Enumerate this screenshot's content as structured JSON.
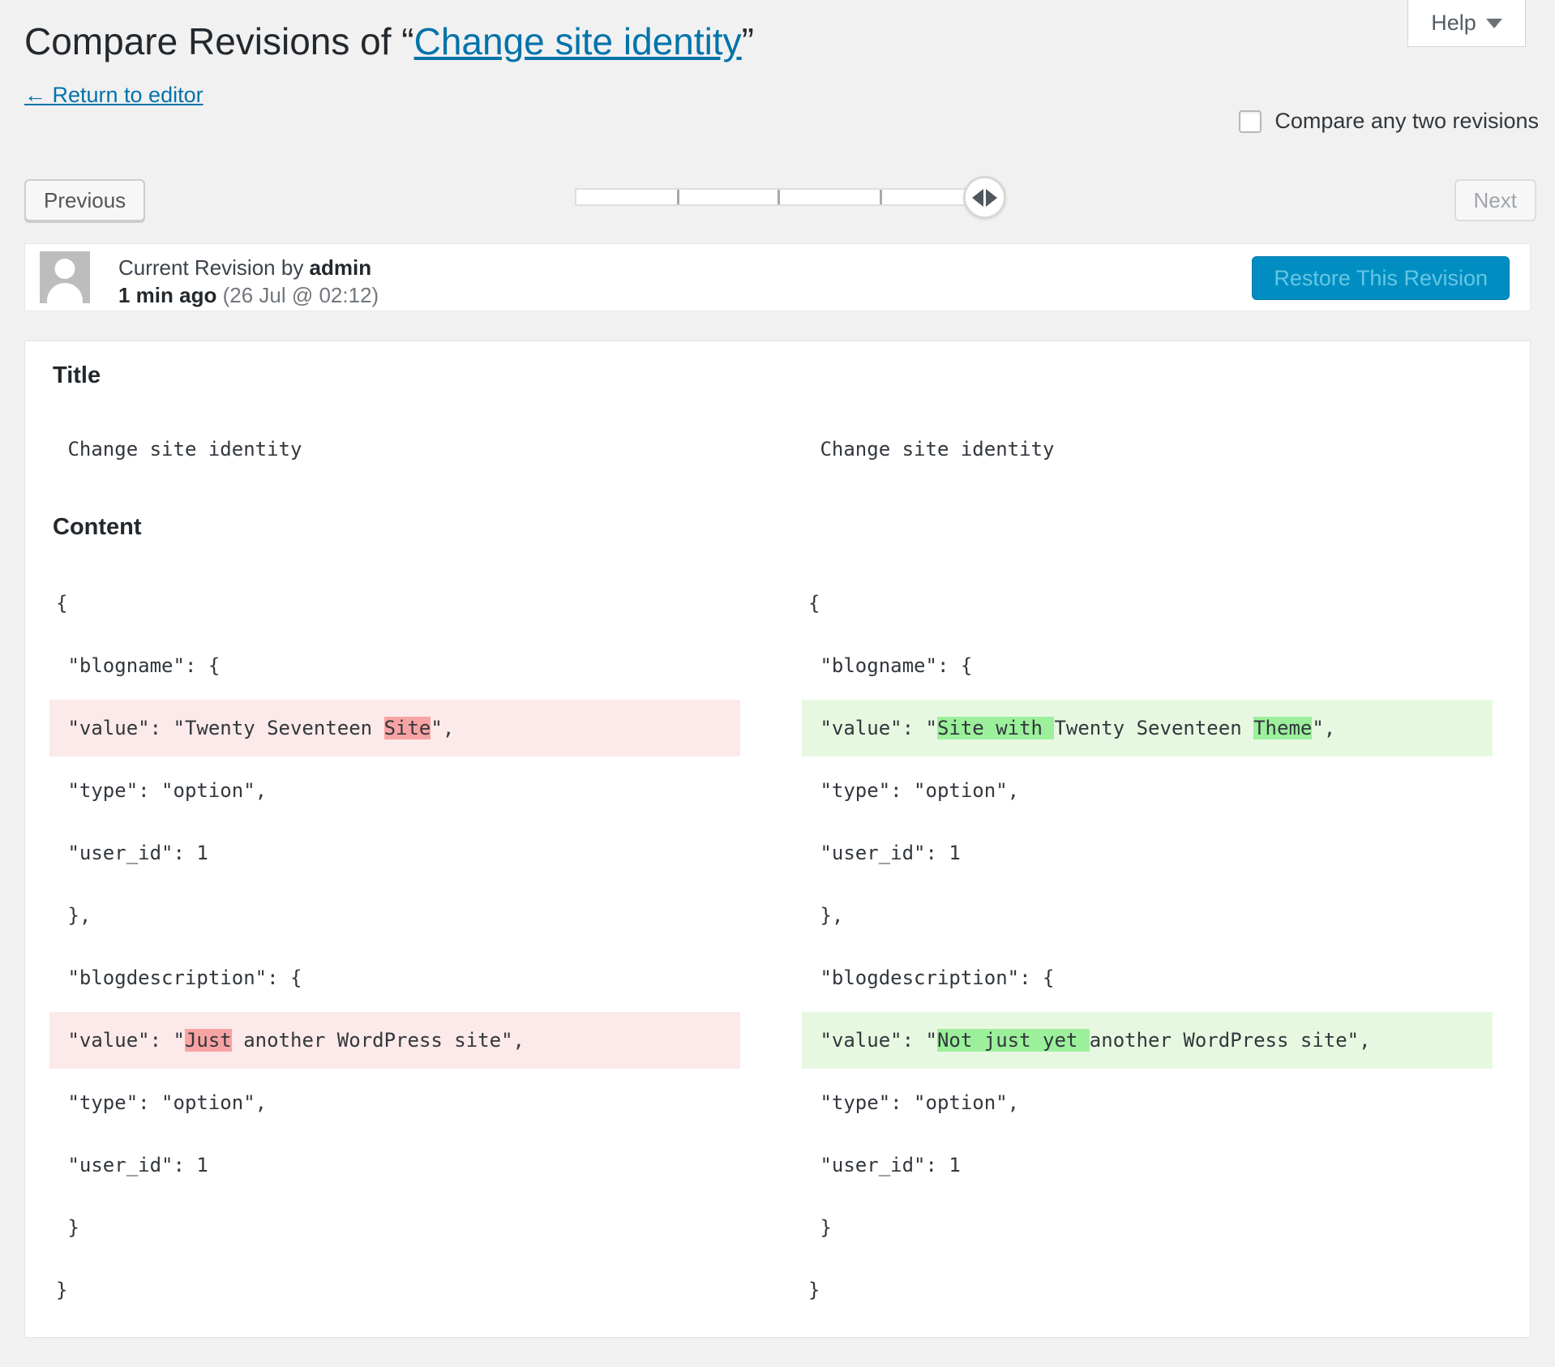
{
  "page": {
    "help": {
      "label": "Help"
    },
    "title": {
      "prefix": "Compare Revisions of “",
      "link": "Change site identity",
      "suffix": "”"
    },
    "return_link": "← Return to editor",
    "compare_checkbox": {
      "label": "Compare any two revisions",
      "checked": false
    },
    "nav": {
      "previous": "Previous",
      "next": "Next",
      "next_disabled": true
    },
    "slider": {
      "position": "rightmost",
      "tick_count": 3
    },
    "revision_bar": {
      "title_prefix": "Current Revision by ",
      "author": "admin",
      "time_ago": "1 min ago",
      "timestamp": " (26 Jul @ 02:12)",
      "restore_button": "Restore This Revision",
      "restore_disabled": true
    },
    "sections": {
      "title": "Title",
      "content": "Content"
    }
  },
  "colors": {
    "accent": "#0073aa",
    "deleted_line_bg": "#fce9e9",
    "deleted_word_bg": "#f8a3a3",
    "added_line_bg": "#e7f8e1",
    "added_word_bg": "#9cf09c",
    "restore_button_bg": "#008ec2",
    "restore_button_text": "#66c6e4"
  },
  "diff": {
    "title_left": " Change site identity",
    "title_right": " Change site identity",
    "content_left": [
      {
        "type": "ctx",
        "segs": [
          [
            "{",
            0
          ]
        ]
      },
      {
        "type": "ctx",
        "segs": [
          [
            " \"blogname\": {",
            0
          ]
        ]
      },
      {
        "type": "del",
        "segs": [
          [
            " \"value\": \"Twenty Seventeen ",
            0
          ],
          [
            "Site",
            1
          ],
          [
            "\",",
            0
          ]
        ]
      },
      {
        "type": "ctx",
        "segs": [
          [
            " \"type\": \"option\",",
            0
          ]
        ]
      },
      {
        "type": "ctx",
        "segs": [
          [
            " \"user_id\": 1",
            0
          ]
        ]
      },
      {
        "type": "ctx",
        "segs": [
          [
            " },",
            0
          ]
        ]
      },
      {
        "type": "ctx",
        "segs": [
          [
            " \"blogdescription\": {",
            0
          ]
        ]
      },
      {
        "type": "del",
        "segs": [
          [
            " \"value\": \"",
            0
          ],
          [
            "Just",
            1
          ],
          [
            " another WordPress site\",",
            0
          ]
        ]
      },
      {
        "type": "ctx",
        "segs": [
          [
            " \"type\": \"option\",",
            0
          ]
        ]
      },
      {
        "type": "ctx",
        "segs": [
          [
            " \"user_id\": 1",
            0
          ]
        ]
      },
      {
        "type": "ctx",
        "segs": [
          [
            " }",
            0
          ]
        ]
      },
      {
        "type": "ctx",
        "segs": [
          [
            "}",
            0
          ]
        ]
      }
    ],
    "content_right": [
      {
        "type": "ctx",
        "segs": [
          [
            "{",
            0
          ]
        ]
      },
      {
        "type": "ctx",
        "segs": [
          [
            " \"blogname\": {",
            0
          ]
        ]
      },
      {
        "type": "ins",
        "segs": [
          [
            " \"value\": \"",
            0
          ],
          [
            "Site with ",
            1
          ],
          [
            "Twenty Seventeen ",
            0
          ],
          [
            "Theme",
            1
          ],
          [
            "\",",
            0
          ]
        ]
      },
      {
        "type": "ctx",
        "segs": [
          [
            " \"type\": \"option\",",
            0
          ]
        ]
      },
      {
        "type": "ctx",
        "segs": [
          [
            " \"user_id\": 1",
            0
          ]
        ]
      },
      {
        "type": "ctx",
        "segs": [
          [
            " },",
            0
          ]
        ]
      },
      {
        "type": "ctx",
        "segs": [
          [
            " \"blogdescription\": {",
            0
          ]
        ]
      },
      {
        "type": "ins",
        "segs": [
          [
            " \"value\": \"",
            0
          ],
          [
            "Not just yet ",
            1
          ],
          [
            "another WordPress site\",",
            0
          ]
        ]
      },
      {
        "type": "ctx",
        "segs": [
          [
            " \"type\": \"option\",",
            0
          ]
        ]
      },
      {
        "type": "ctx",
        "segs": [
          [
            " \"user_id\": 1",
            0
          ]
        ]
      },
      {
        "type": "ctx",
        "segs": [
          [
            " }",
            0
          ]
        ]
      },
      {
        "type": "ctx",
        "segs": [
          [
            "}",
            0
          ]
        ]
      }
    ]
  }
}
